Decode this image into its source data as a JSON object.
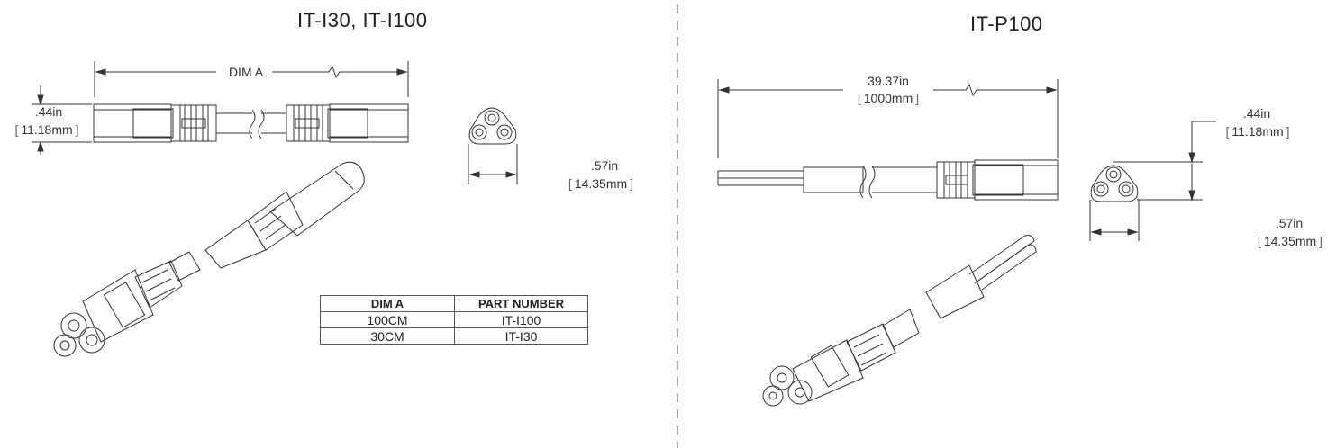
{
  "left": {
    "title": "IT-I30, IT-I100",
    "dim_a": "DIM A",
    "height_in": ".44in",
    "height_mm": "11.18mm",
    "width_in": ".57in",
    "width_mm": "14.35mm",
    "table": {
      "headers": [
        "DIM A",
        "PART NUMBER"
      ],
      "rows": [
        [
          "100CM",
          "IT-I100"
        ],
        [
          "30CM",
          "IT-I30"
        ]
      ]
    }
  },
  "right": {
    "title": "IT-P100",
    "length_in": "39.37in",
    "length_mm": "1000mm",
    "height_in": ".44in",
    "height_mm": "11.18mm",
    "width_in": ".57in",
    "width_mm": "14.35mm"
  }
}
